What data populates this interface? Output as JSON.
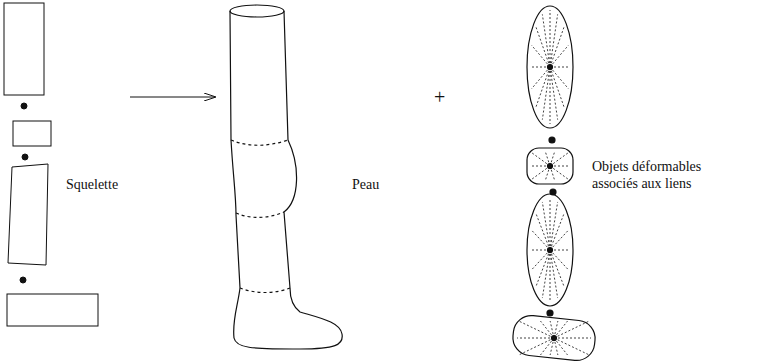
{
  "diagram": {
    "labels": [
      "Squelette",
      "Peau",
      "+",
      "Objets déformables associés aux liens"
    ]
  }
}
